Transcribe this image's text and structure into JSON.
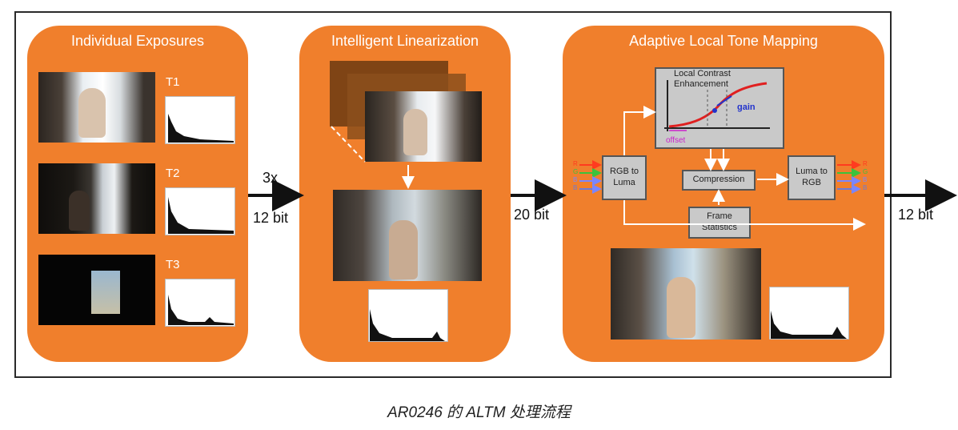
{
  "panels": {
    "exposures": {
      "title": "Individual Exposures",
      "t1": "T1",
      "t2": "T2",
      "t3": "T3"
    },
    "linearization": {
      "title": "Intelligent Linearization"
    },
    "tonemapping": {
      "title": "Adaptive Local Tone Mapping",
      "contrast_label": "Local Contrast Enhancement",
      "gain_label": "gain",
      "offset_label": "offset",
      "rgb_to_luma": "RGB to Luma",
      "compression": "Compression",
      "frame_statistics": "Frame Statistics",
      "luma_to_rgb": "Luma to RGB",
      "channels_in": [
        "R",
        "G",
        "B",
        "B"
      ],
      "channels_out": [
        "R",
        "G",
        "B",
        "B"
      ]
    }
  },
  "arrows": {
    "first_top": "3x",
    "first_bottom": "12 bit",
    "second": "20 bit",
    "output": "12 bit"
  },
  "caption": "AR0246 的 ALTM 处理流程",
  "colors": {
    "panel": "#f07f2c",
    "frame": "#2a2a2a",
    "box": "#c9c9c9",
    "curve": "#e02020",
    "gain": "#2233cc",
    "offset": "#cc22cc"
  }
}
